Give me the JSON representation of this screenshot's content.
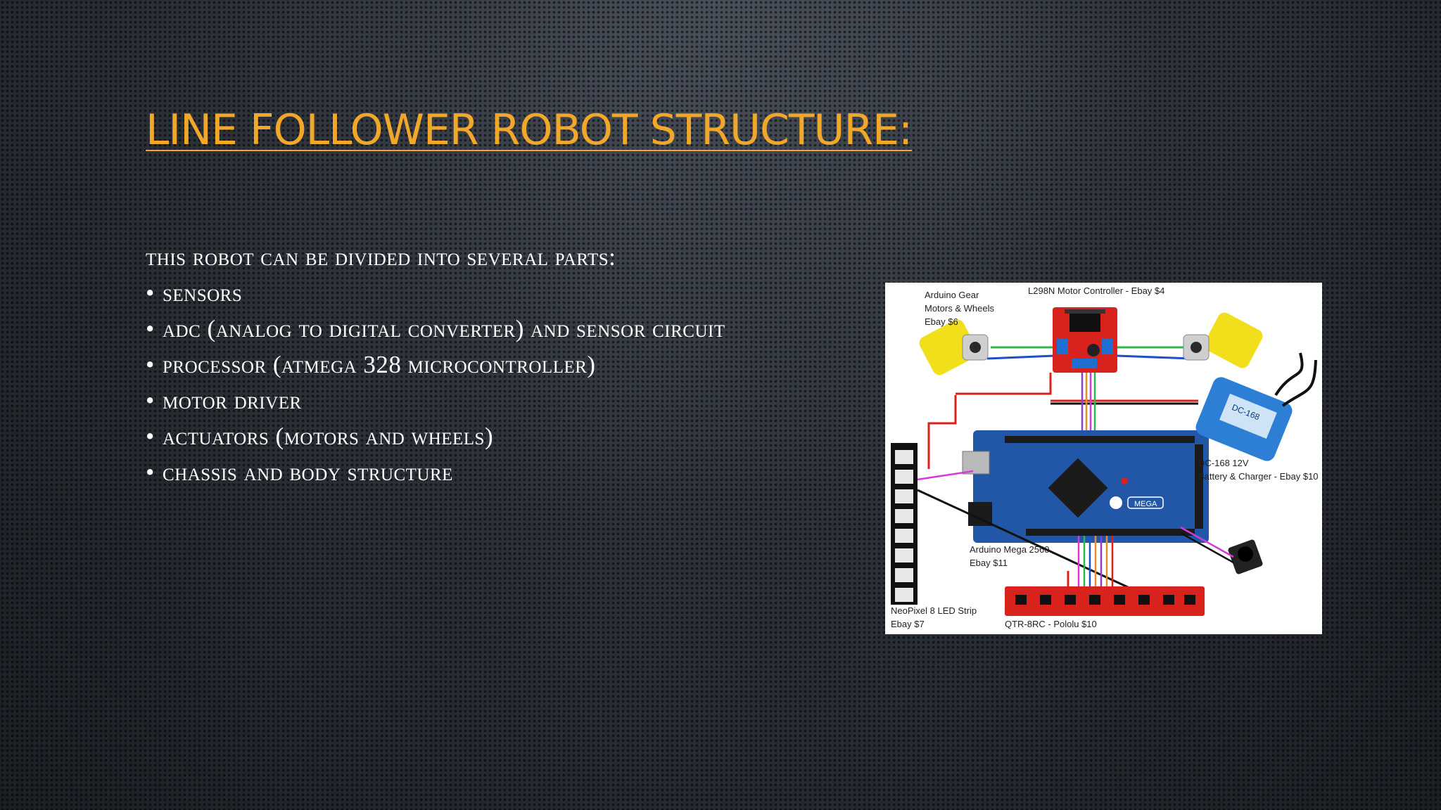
{
  "slide": {
    "title": "LINE FOLLOWER ROBOT STRUCTURE:",
    "intro": "THIS ROBOT CAN BE DIVIDED INTO SEVERAL PARTS:",
    "bullets": [
      "SENSORS",
      "ADC (ANALOG TO DIGITAL CONVERTER) AND SENSOR CIRCUIT",
      "PROCESSOR (ATMEGA 328 MICROCONTROLLER)",
      "MOTOR DRIVER",
      "ACTUATORS (MOTORS AND WHEELS)",
      "CHASSIS AND BODY STRUCTURE"
    ]
  },
  "diagram": {
    "labels": {
      "gear_motors_1": "Arduino Gear",
      "gear_motors_2": "Motors & Wheels",
      "gear_motors_3": "Ebay $6",
      "motor_controller": "L298N Motor Controller - Ebay $4",
      "battery_1": "DC-168 12V",
      "battery_2": "Battery & Charger - Ebay $10",
      "mega_1": "Arduino Mega 2560",
      "mega_2": "Ebay $11",
      "neopixel_1": "NeoPixel 8 LED Strip",
      "neopixel_2": "Ebay $7",
      "qtr": "QTR-8RC - Pololu $10",
      "mega_badge": "MEGA",
      "battery_badge": "DC-168"
    }
  },
  "colors": {
    "title": "#f0a72a",
    "body_text": "#ffffff",
    "board_blue": "#2257a8",
    "pcb_red": "#d8221d",
    "motor_yellow": "#f2df1c"
  }
}
